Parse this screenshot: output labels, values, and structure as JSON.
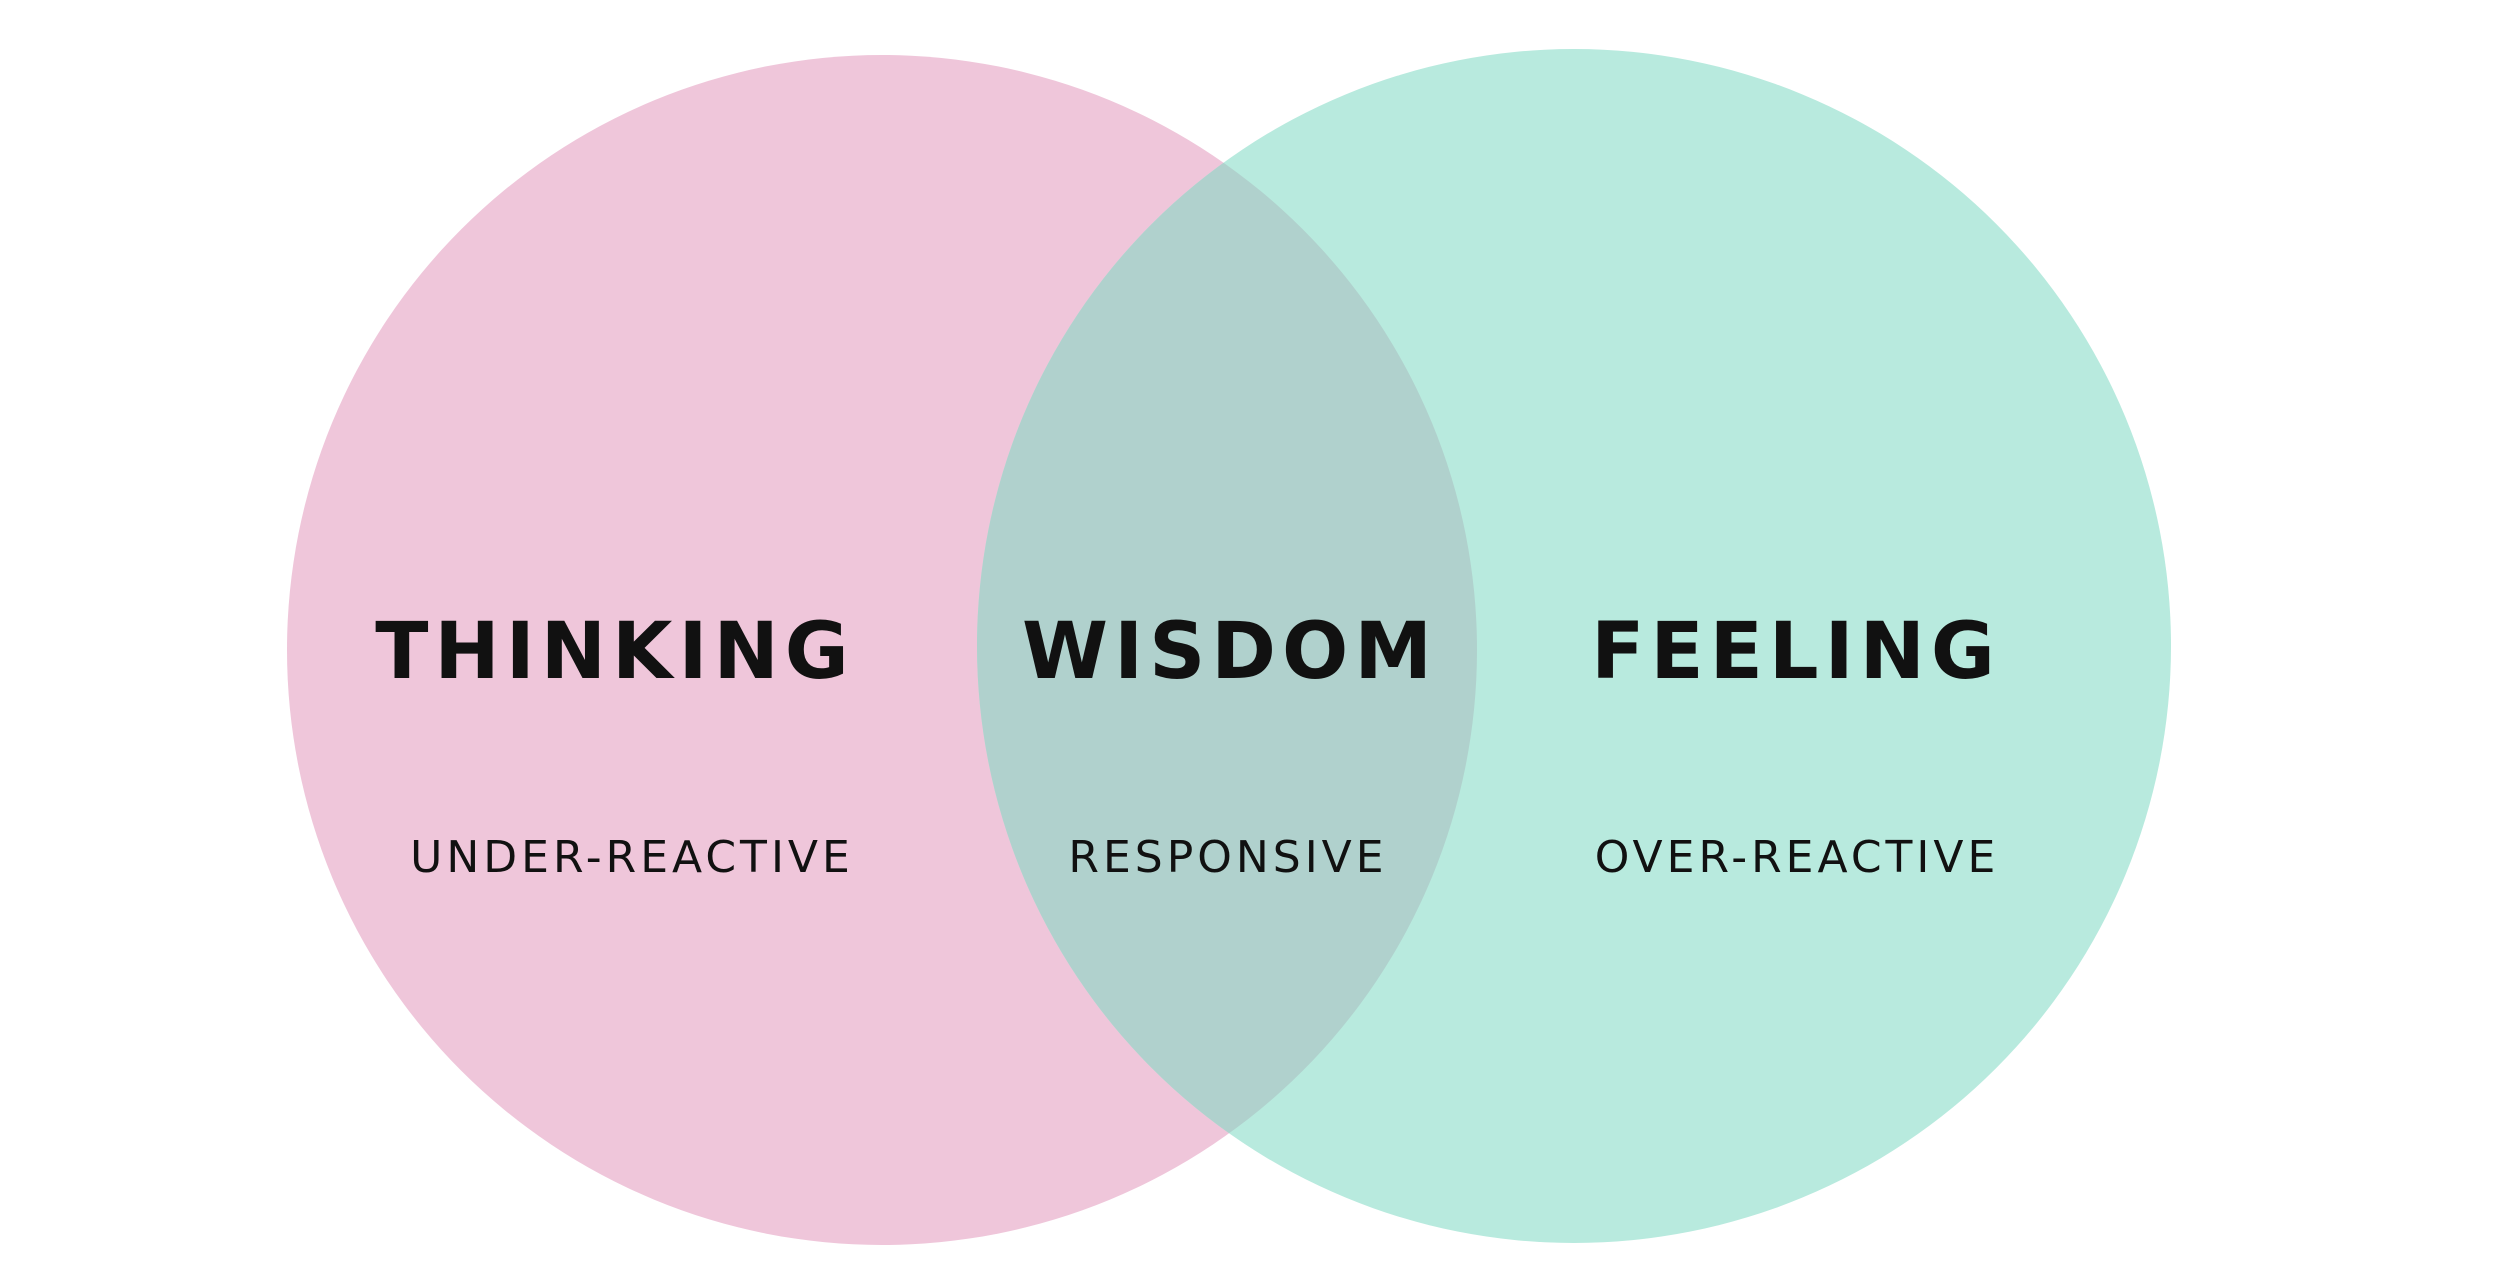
{
  "diagram": {
    "colors": {
      "background": "#ffffff",
      "left_circle": "#efc6da",
      "right_circle": "#b8eade",
      "overlap": "#b0d1cd",
      "text": "#111111"
    },
    "left": {
      "title": "THINKING",
      "subtitle": "UNDER-REACTIVE"
    },
    "center": {
      "title": "WISDOM",
      "subtitle": "RESPONSIVE"
    },
    "right": {
      "title": "FEELING",
      "subtitle": "OVER-REACTIVE"
    }
  }
}
